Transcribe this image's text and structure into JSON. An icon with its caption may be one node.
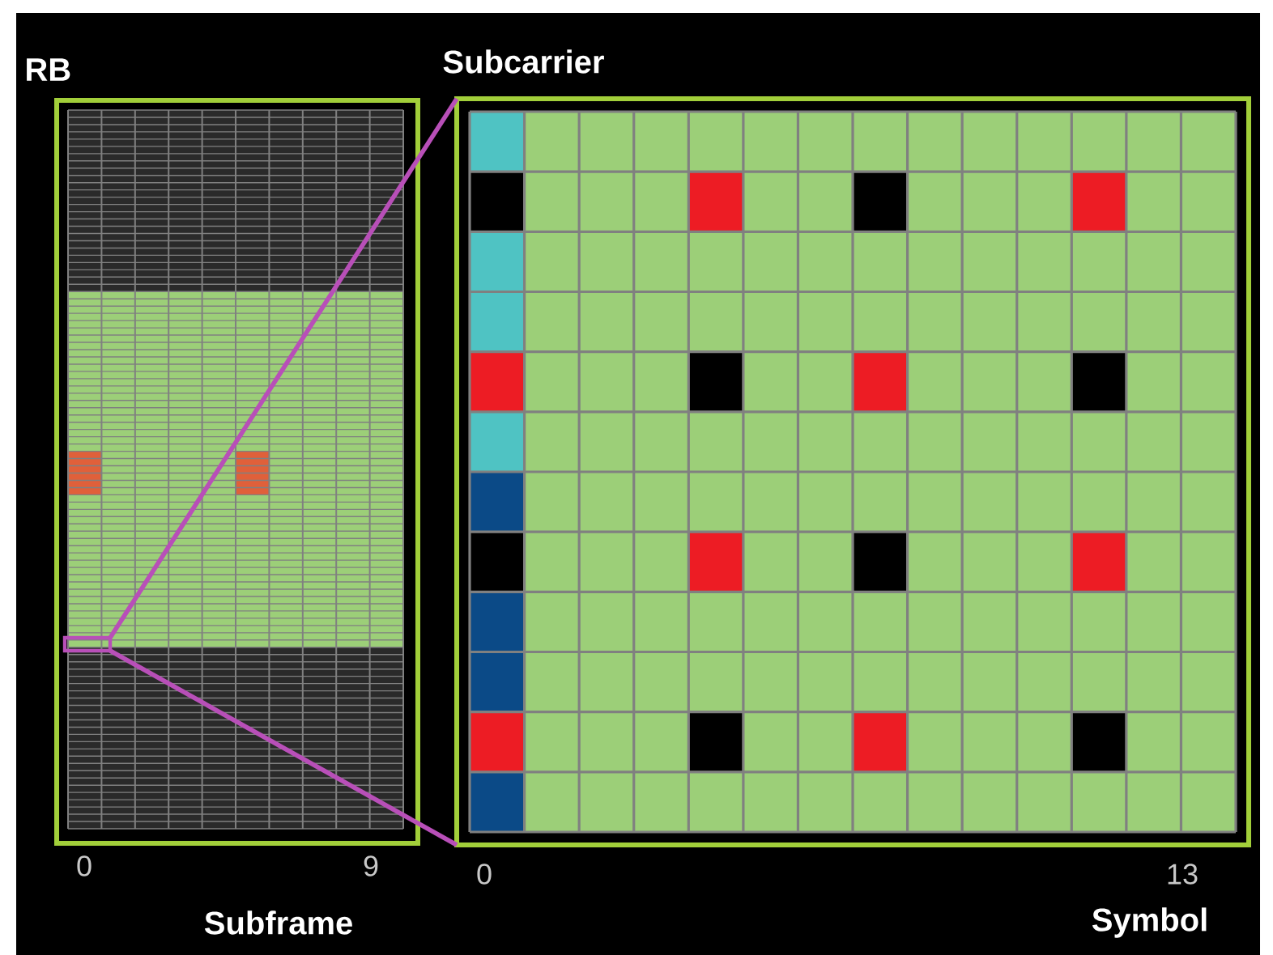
{
  "diagram": {
    "nodes": [
      {
        "text": [],
        "shape": "box"
      },
      {
        "text": [],
        "shape": "box",
        "in": 0
      },
      {
        "text": [],
        "shape": "box"
      }
    ],
    "edges": [
      {
        "from": 1,
        "to": 2,
        "arrow": "none"
      },
      {
        "from": 1,
        "to": 2,
        "arrow": "none"
      }
    ],
    "labels": [
      "RB",
      "Subcarrier",
      "0",
      "9",
      "Subframe",
      "0",
      "13",
      "Symbol"
    ]
  }
}
